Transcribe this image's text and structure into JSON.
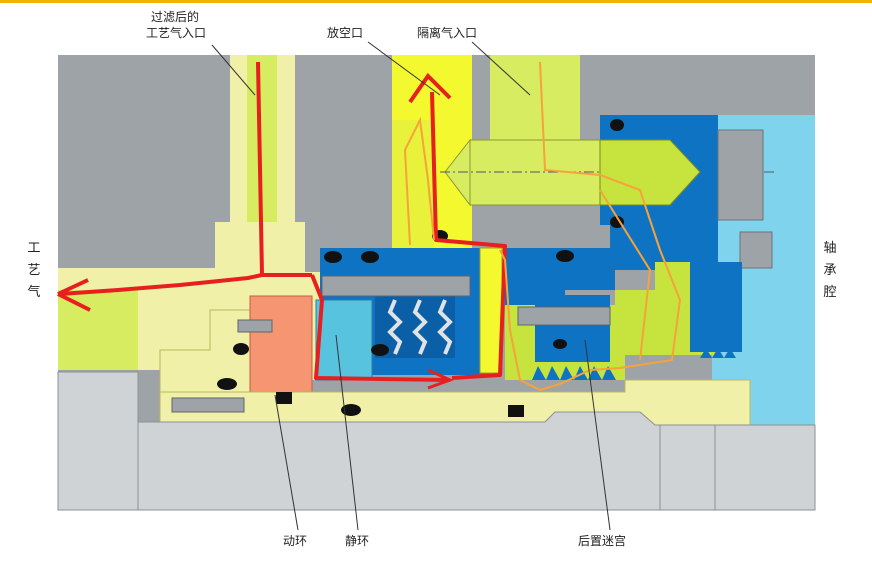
{
  "colors": {
    "top_rule": "#f2b200",
    "dark_gray": "#9ea3a7",
    "light_gray": "#cfd3d6",
    "cream": "#f0f0a8",
    "yellow_green": "#d7ec61",
    "bright_yellow": "#f4f92f",
    "lime": "#c6e43d",
    "blue": "#0f73c4",
    "light_blue": "#7fd3ec",
    "cyan_ring": "#58c3df",
    "salmon": "#f59572",
    "red_flow": "#e71f1f",
    "orange_flow": "#f7a23a"
  },
  "labels": {
    "filtered_gas_inlet": [
      "过滤后的",
      "工艺气入口"
    ],
    "vent_port": "放空口",
    "isolation_gas_inlet": "隔离气入口",
    "process_gas": [
      "工",
      "艺",
      "气"
    ],
    "bearing_cavity": [
      "轴",
      "承",
      "腔"
    ],
    "rotating_ring": "动环",
    "stationary_ring": "静环",
    "rear_labyrinth": "后置迷宫"
  }
}
